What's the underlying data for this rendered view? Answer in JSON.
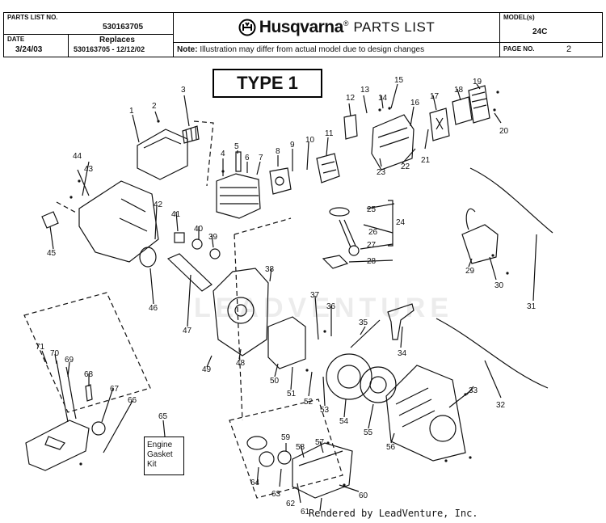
{
  "header": {
    "parts_list_no_caption": "PARTS LIST NO.",
    "parts_list_no": "530163705",
    "date_caption": "DATE",
    "date": "3/24/03",
    "replaces_caption": "Replaces",
    "replaces": "530163705 - 12/12/02",
    "brand": "Husqvarna",
    "brand_suffix": "®",
    "title": "PARTS LIST",
    "model_caption": "MODEL(s)",
    "model": "24C",
    "page_caption": "PAGE  NO.",
    "page": "2",
    "note_label": "Note:",
    "note_text": " Illustration may differ from actual model due to design changes"
  },
  "diagram": {
    "type_label": "TYPE 1",
    "kit_label": [
      "Engine",
      "Gasket",
      "Kit"
    ],
    "watermark": "LEADVENTURE",
    "footer": "Rendered by LeadVenture, Inc.",
    "callouts": [
      "1",
      "2",
      "3",
      "4",
      "5",
      "6",
      "7",
      "8",
      "9",
      "10",
      "11",
      "12",
      "13",
      "14",
      "15",
      "16",
      "17",
      "18",
      "19",
      "20",
      "21",
      "22",
      "23",
      "24",
      "25",
      "26",
      "27",
      "28",
      "29",
      "30",
      "31",
      "32",
      "33",
      "34",
      "35",
      "36",
      "37",
      "38",
      "39",
      "40",
      "41",
      "42",
      "43",
      "44",
      "45",
      "46",
      "47",
      "48",
      "49",
      "50",
      "51",
      "52",
      "53",
      "54",
      "55",
      "56",
      "57",
      "58",
      "59",
      "60",
      "61",
      "62",
      "63",
      "64",
      "65",
      "66",
      "67",
      "68",
      "69",
      "70",
      "71"
    ]
  },
  "colors": {
    "line": "#111111",
    "background": "#ffffff"
  }
}
